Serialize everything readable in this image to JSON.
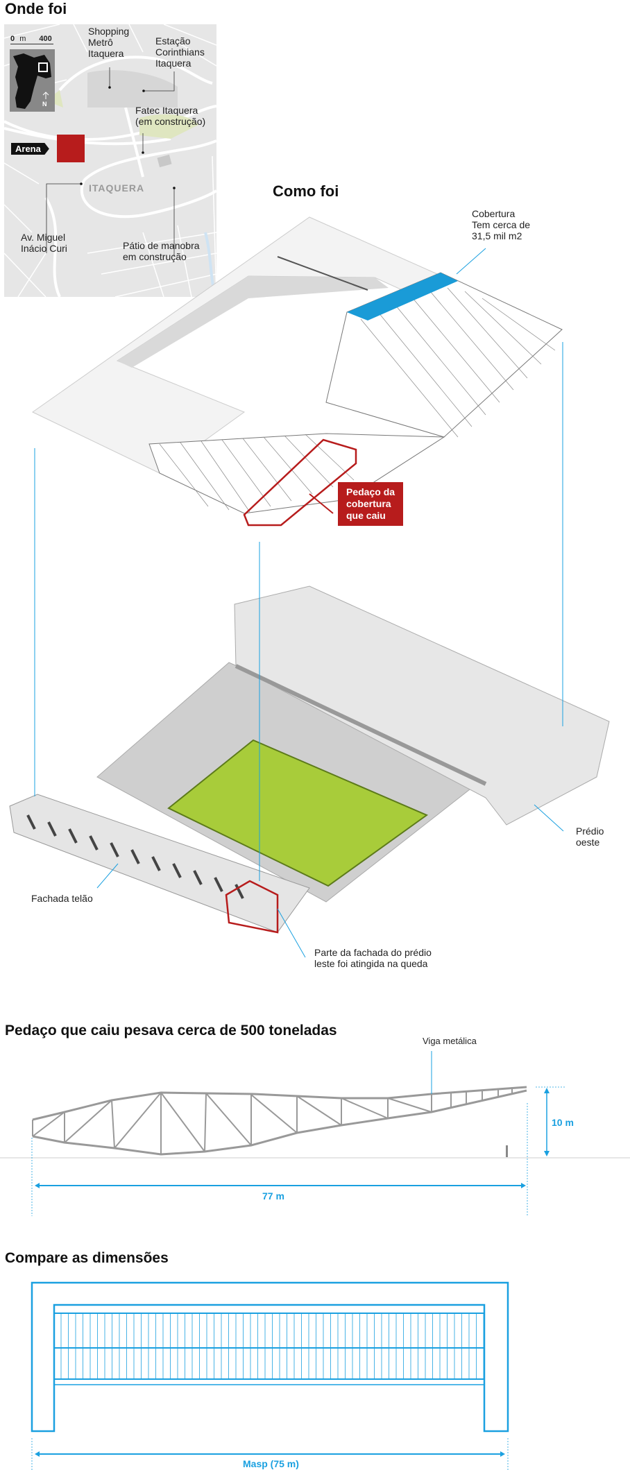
{
  "sections": {
    "where": {
      "title": "Onde foi",
      "scale": {
        "zero": "0",
        "unit": "m",
        "max": "400"
      },
      "north": "N",
      "labels": {
        "shopping": "Shopping\nMetrô\nItaquera",
        "estacao": "Estação\nCorinthians\nItaquera",
        "fatec": "Fatec Itaquera\n(em construção)",
        "arena": "Arena",
        "itaquera": "ITAQUERA",
        "avenida": "Av. Miguel\nInácio Curi",
        "patio": "Pátio de manobra\nem construção"
      }
    },
    "how": {
      "title": "Como foi",
      "cobertura": "Cobertura\nTem cerca de\n31,5 mil m2",
      "fallen_piece": "Pedaço da\ncobertura\nque caiu",
      "predio_oeste": "Prédio oeste",
      "fachada_telao": "Fachada telão",
      "fachada_leste": "Parte da fachada do prédio\nleste foi atingida na queda"
    },
    "weight": {
      "title": "Pedaço que caiu pesava cerca de 500 toneladas",
      "beam_label": "Viga metálica",
      "height": "10 m",
      "length": "77 m"
    },
    "compare": {
      "title": "Compare as dimensões",
      "masp": "Masp (75 m)"
    }
  },
  "colors": {
    "accent_blue": "#1aa0e0",
    "highlight_red": "#b71c1c",
    "field_green": "#a8cc3a"
  }
}
